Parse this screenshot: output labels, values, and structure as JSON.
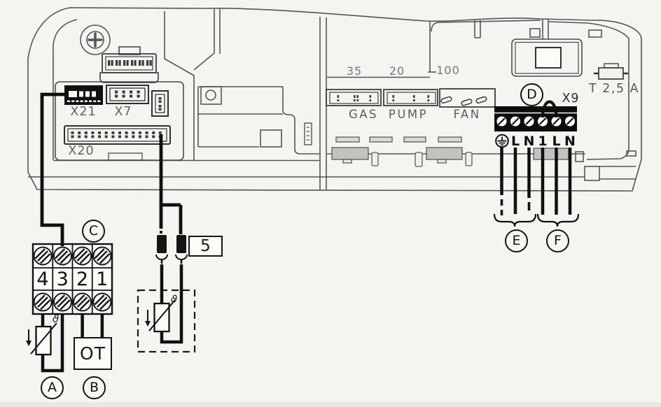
{
  "diagram": {
    "board": {
      "x21_label": "X21",
      "x7_label": "X7",
      "x20_label": "X20",
      "outputs": [
        {
          "label": "GAS",
          "value": "35"
        },
        {
          "label": "PUMP",
          "value": "20"
        },
        {
          "label": "FAN",
          "value": "100"
        }
      ],
      "x9_label": "X9",
      "x9_terminals": [
        "L",
        "N",
        "1",
        "L",
        "N"
      ],
      "earth_icon": "protective-earth",
      "fuse_label": "T 2,5 A"
    },
    "external": {
      "terminal_numbers": [
        "4",
        "3",
        "2",
        "1"
      ],
      "ot_label": "OT",
      "sensor_tag": "5",
      "theta": "ϑ",
      "ref_a": "A",
      "ref_b": "B",
      "ref_c": "C",
      "ref_d": "D",
      "ref_e": "E",
      "ref_f": "F"
    },
    "colors": {
      "wire": "#0f0f0f",
      "casing_line": "#555555",
      "background": "#f4f4f1"
    }
  }
}
